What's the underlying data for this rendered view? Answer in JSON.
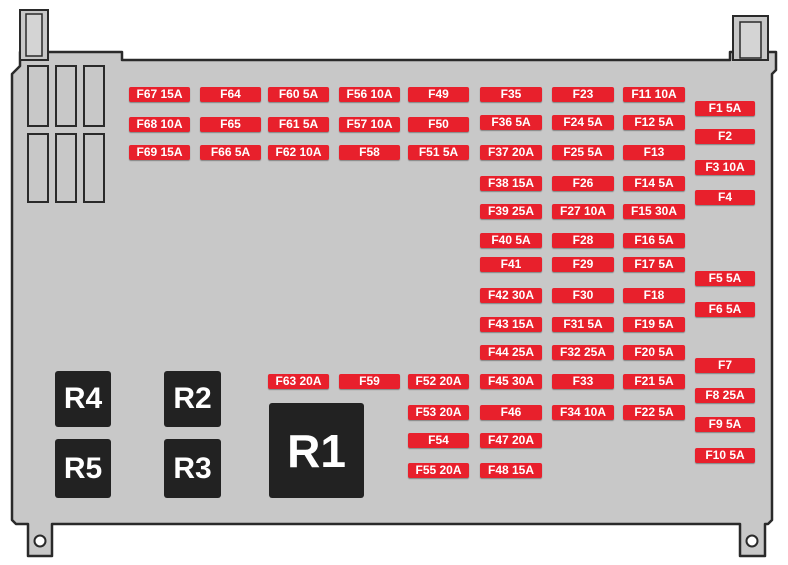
{
  "diagram": {
    "fuses": {
      "F1": "F1 5A",
      "F2": "F2",
      "F3": "F3 10A",
      "F4": "F4",
      "F5": "F5 5A",
      "F6": "F6 5A",
      "F7": "F7",
      "F8": "F8 25A",
      "F9": "F9 5A",
      "F10": "F10 5A",
      "F11": "F11 10A",
      "F12": "F12 5A",
      "F13": "F13",
      "F14": "F14 5A",
      "F15": "F15 30A",
      "F16": "F16 5A",
      "F17": "F17 5A",
      "F18": "F18",
      "F19": "F19 5A",
      "F20": "F20 5A",
      "F21": "F21 5A",
      "F22": "F22 5A",
      "F23": "F23",
      "F24": "F24 5A",
      "F25": "F25 5A",
      "F26": "F26",
      "F27": "F27 10A",
      "F28": "F28",
      "F29": "F29",
      "F30": "F30",
      "F31": "F31 5A",
      "F32": "F32 25A",
      "F33": "F33",
      "F34": "F34 10A",
      "F35": "F35",
      "F36": "F36 5A",
      "F37": "F37 20A",
      "F38": "F38 15A",
      "F39": "F39 25A",
      "F40": "F40 5A",
      "F41": "F41",
      "F42": "F42 30A",
      "F43": "F43 15A",
      "F44": "F44 25A",
      "F45": "F45 30A",
      "F46": "F46",
      "F47": "F47 20A",
      "F48": "F48 15A",
      "F49": "F49",
      "F50": "F50",
      "F51": "F51 5A",
      "F52": "F52 20A",
      "F53": "F53 20A",
      "F54": "F54",
      "F55": "F55 20A",
      "F56": "F56 10A",
      "F57": "F57 10A",
      "F58": "F58",
      "F59": "F59",
      "F60": "F60 5A",
      "F61": "F61 5A",
      "F62": "F62 10A",
      "F63": "F63 20A",
      "F64": "F64",
      "F65": "F65",
      "F66": "F66 5A",
      "F67": "F67 15A",
      "F68": "F68 10A",
      "F69": "F69 15A"
    },
    "relays": {
      "R1": "R1",
      "R2": "R2",
      "R3": "R3",
      "R4": "R4",
      "R5": "R5"
    },
    "colors": {
      "fuse": "#e8202c",
      "relay": "#222222",
      "board": "#c8c8c8",
      "outline": "#2a2a2a"
    }
  }
}
